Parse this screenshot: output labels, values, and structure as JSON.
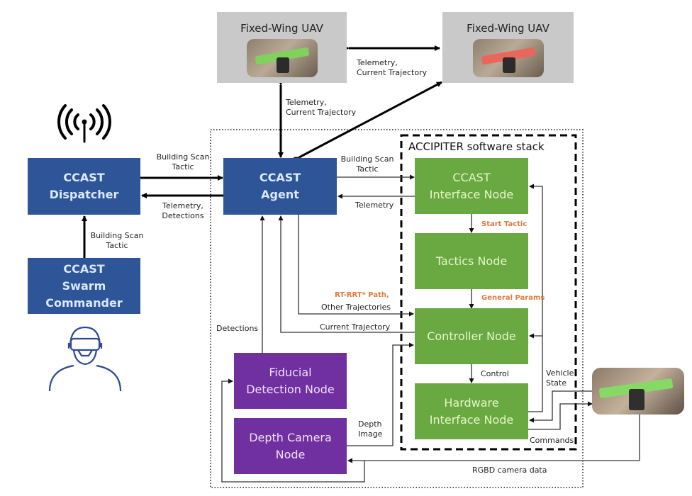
{
  "colors": {
    "blue_node": "#2e5597",
    "green_node": "#6aa842",
    "purple_node": "#7030a0",
    "uav_box": "#c9c9c9",
    "orange_label": "#e07a3c"
  },
  "uavs": [
    {
      "title": "Fixed-Wing UAV",
      "wing_color": "#7fd35a"
    },
    {
      "title": "Fixed-Wing UAV",
      "wing_color": "#e8675a"
    }
  ],
  "nodes": {
    "dispatcher": "CCAST\nDispatcher",
    "swarm_commander": "CCAST\nSwarm\nCommander",
    "agent": "CCAST\nAgent",
    "interface": "CCAST\nInterface Node",
    "tactics": "Tactics Node",
    "controller": "Controller Node",
    "hardware": "Hardware\nInterface Node",
    "fiducial": "Fiducial\nDetection Node",
    "depth_camera": "Depth Camera\nNode"
  },
  "stack_title": "ACCIPITER software stack",
  "labels": {
    "uav_to_uav": "Telemetry,\nCurrent Trajectory",
    "agent_to_uav": "Telemetry,\nCurrent Trajectory",
    "dispatcher_to_agent": "Building Scan\nTactic",
    "agent_to_dispatcher": "Telemetry,\nDetections",
    "commander_to_dispatcher": "Building Scan\nTactic",
    "agent_to_interface": "Building Scan\nTactic",
    "interface_to_agent": "Telemetry",
    "start_tactic": "Start Tactic",
    "general_params": "General Params",
    "rt_rrt_path": "RT-RRT* Path,",
    "other_trajectories": "Other Trajectories",
    "current_trajectory": "Current Trajectory",
    "detections": "Detections",
    "control": "Control",
    "vehicle_state": "Vehicle\nState",
    "commands": "Commands",
    "depth_image": "Depth\nImage",
    "rgbd": "RGBD camera data"
  },
  "icons": {
    "antenna": "wireless-antenna",
    "operator": "vr-headset-operator",
    "vehicle_photo": "fixed-wing-uav-photo"
  }
}
